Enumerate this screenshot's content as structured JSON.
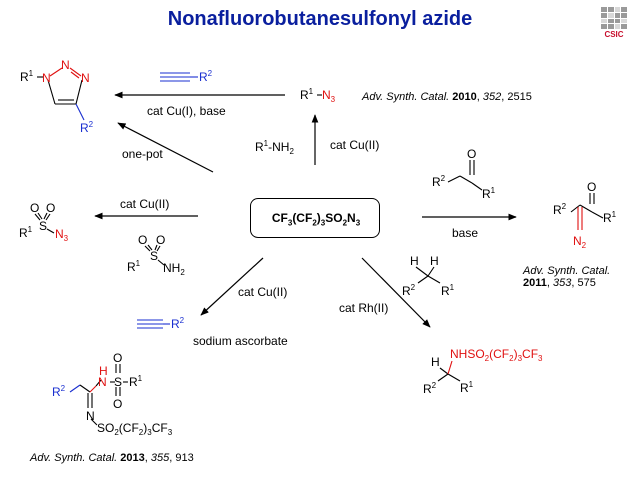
{
  "title": "Nonafluorobutanesulfonyl azide",
  "logo_text": "CSIC",
  "center_reagent": "CF3(CF2)3SO2N3",
  "conditions": {
    "cat_cu_i_base": "cat Cu(I), base",
    "one_pot": "one-pot",
    "cat_cu_ii_amine": "cat Cu(II)",
    "cat_cu_ii_sulfonamide": "cat Cu(II)",
    "base": "base",
    "cat_cu_ii_ascorbate": "cat Cu(II)",
    "sodium_ascorbate": "sodium ascorbate",
    "cat_rh_ii": "cat Rh(II)"
  },
  "references": {
    "ref_2010": {
      "journal": "Adv. Synth. Catal.",
      "year": "2010",
      "volume": "352",
      "page": "2515"
    },
    "ref_2011": {
      "journal": "Adv. Synth. Catal.",
      "year": "2011",
      "volume": "353",
      "page": "575"
    },
    "ref_2013": {
      "journal": "Adv. Synth. Catal.",
      "year": "2013",
      "volume": "355",
      "page": "913"
    }
  }
}
